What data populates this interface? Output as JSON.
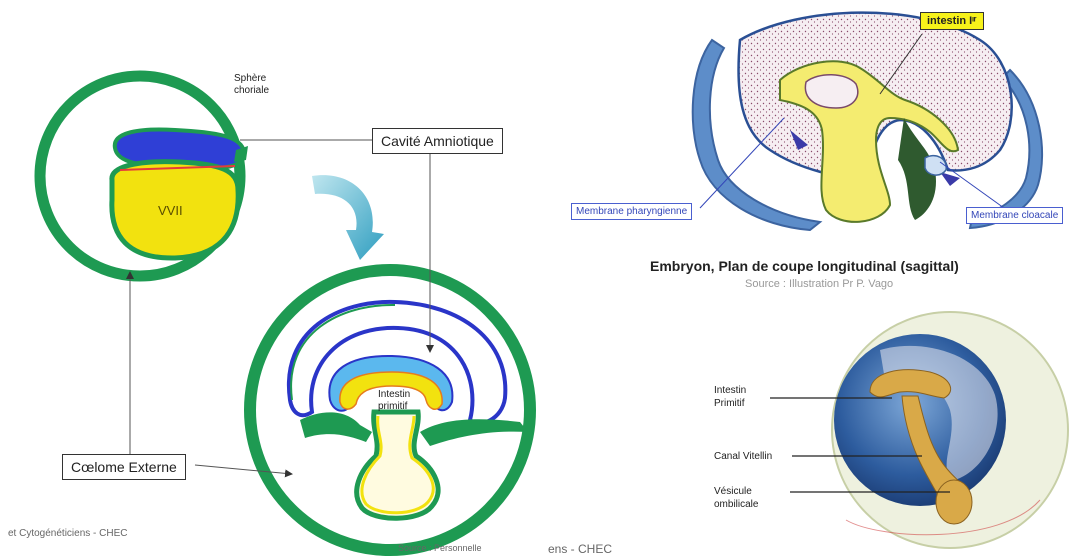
{
  "left_panel": {
    "sphere_label_line1": "Sphère",
    "sphere_label_line2": "choriale",
    "vvii_label": "VVII",
    "amniotic_cavity_label": "Cavité Amniotique",
    "external_coelom_label": "Cœlome Externe",
    "primitive_gut_line1": "Intestin",
    "primitive_gut_line2": "primitif",
    "footer_left": "et Cytogénéticiens - CHEC",
    "footer_source": "Source : Personnelle",
    "footer_right": "ens - CHEC"
  },
  "right_top": {
    "gut_label": "intestin Iᶦʳ",
    "pharyngeal_membrane": "Membrane pharyngienne",
    "cloacal_membrane": "Membrane cloacale",
    "title": "Embryon, Plan de coupe longitudinal (sagittal)",
    "source": "Source : Illustration Pr P. Vago"
  },
  "right_bottom": {
    "primitive_gut_line1": "Intestin",
    "primitive_gut_line2": "Primitif",
    "vitelline_canal": "Canal Vitellin",
    "yolk_sac_line1": "Vésicule",
    "yolk_sac_line2": "ombilicale"
  },
  "colors": {
    "chorion_green": "#1e9a52",
    "amnion_blue": "#2a35c8",
    "yolk_yellow": "#f2e20f",
    "arrow_teal": "#4aaecb",
    "callout_blue": "#3346b8"
  }
}
